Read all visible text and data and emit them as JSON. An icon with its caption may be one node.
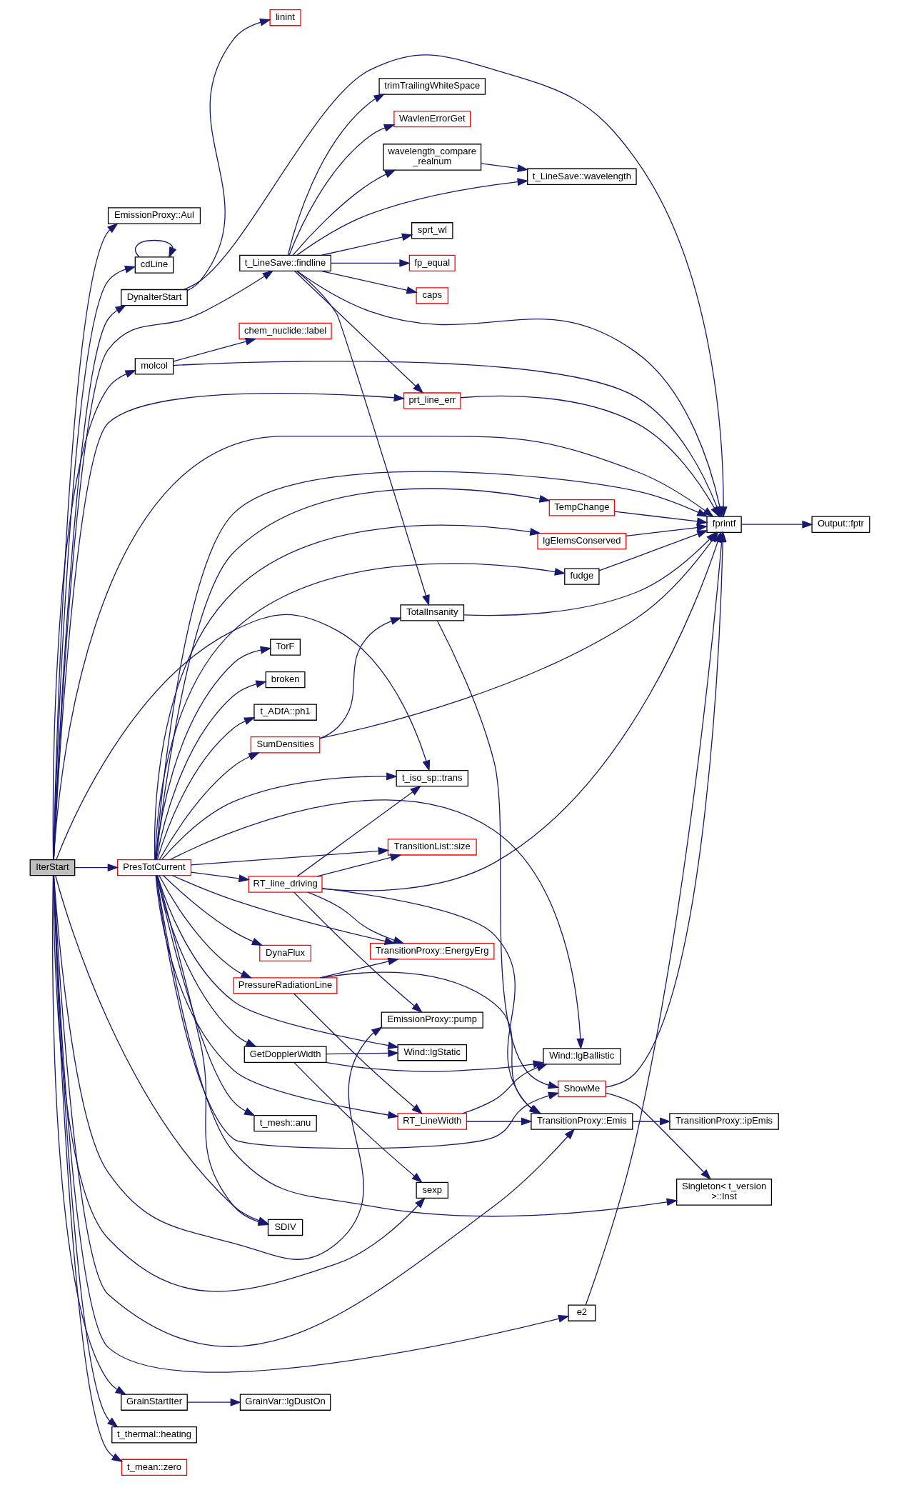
{
  "diagram": {
    "nodes": [
      {
        "text": [
          "IterStart"
        ]
      },
      {
        "text": [
          "EmissionProxy::Aul"
        ]
      },
      {
        "text": [
          "cdLine"
        ]
      },
      {
        "text": [
          "DynaIterStart"
        ]
      },
      {
        "text": [
          "GrainStartIter"
        ]
      },
      {
        "text": [
          "molcol"
        ]
      },
      {
        "text": [
          "t_thermal::heating"
        ]
      },
      {
        "text": [
          "PresTotCurrent"
        ]
      },
      {
        "text": [
          "t_mean::zero"
        ]
      },
      {
        "text": [
          "t_LineSave::findline"
        ]
      },
      {
        "text": [
          "linint"
        ]
      },
      {
        "text": [
          "GrainVar::lgDustOn"
        ]
      },
      {
        "text": [
          "chem_nuclide::label"
        ]
      },
      {
        "text": [
          "SumDensities"
        ]
      },
      {
        "text": [
          "TorF"
        ]
      },
      {
        "text": [
          "broken"
        ]
      },
      {
        "text": [
          "t_ADfA::ph1"
        ]
      },
      {
        "text": [
          "RT_line_driving"
        ]
      },
      {
        "text": [
          "DynaFlux"
        ]
      },
      {
        "text": [
          "t_mesh::anu"
        ]
      },
      {
        "text": [
          "PressureRadiationLine"
        ]
      },
      {
        "text": [
          "GetDopplerWidth"
        ]
      },
      {
        "text": [
          "SDIV"
        ]
      },
      {
        "text": [
          "wavelength_compare _realnum"
        ]
      },
      {
        "text": [
          "sprt_wl"
        ]
      },
      {
        "text": [
          "fp_equal"
        ]
      },
      {
        "text": [
          "caps"
        ]
      },
      {
        "text": [
          "trimTrailingWhiteSpace"
        ]
      },
      {
        "text": [
          "WavlenErrorGet"
        ]
      },
      {
        "text": [
          "prt_line_err"
        ]
      },
      {
        "text": [
          "TotalInsanity"
        ]
      },
      {
        "text": [
          "t_iso_sp::trans"
        ]
      },
      {
        "text": [
          "TransitionProxy::EnergyErg"
        ]
      },
      {
        "text": [
          "TransitionList::size"
        ]
      },
      {
        "text": [
          "EmissionProxy::pump"
        ]
      },
      {
        "text": [
          "Wind::lgStatic"
        ]
      },
      {
        "text": [
          "RT_LineWidth"
        ]
      },
      {
        "text": [
          "sexp"
        ]
      },
      {
        "text": [
          "t_LineSave::wavelength"
        ]
      },
      {
        "text": [
          "e2"
        ]
      },
      {
        "text": [
          "TempChange"
        ]
      },
      {
        "text": [
          "lgElemsConserved"
        ]
      },
      {
        "text": [
          "fudge"
        ]
      },
      {
        "text": [
          "ShowMe"
        ]
      },
      {
        "text": [
          "Wind::lgBallistic"
        ]
      },
      {
        "text": [
          "TransitionProxy::Emis"
        ]
      },
      {
        "text": [
          "fprintf"
        ]
      },
      {
        "text": [
          "TransitionProxy::ipEmis"
        ]
      },
      {
        "text": [
          "Singleton< t_version >::Inst"
        ]
      },
      {
        "text": [
          "Output::fptr"
        ]
      }
    ],
    "edges": [
      {
        "from": 0,
        "to": 1,
        "arrow": "to"
      },
      {
        "from": 0,
        "to": 2,
        "arrow": "to"
      },
      {
        "from": 0,
        "to": 9,
        "arrow": "to"
      },
      {
        "from": 0,
        "to": 3,
        "arrow": "to"
      },
      {
        "from": 0,
        "to": 4,
        "arrow": "to"
      },
      {
        "from": 0,
        "to": 29,
        "arrow": "to"
      },
      {
        "from": 0,
        "to": 5,
        "arrow": "to"
      },
      {
        "from": 0,
        "to": 39,
        "arrow": "to"
      },
      {
        "from": 0,
        "to": 6,
        "arrow": "to"
      },
      {
        "from": 0,
        "to": 46,
        "arrow": "to"
      },
      {
        "from": 0,
        "to": 31,
        "arrow": "to"
      },
      {
        "from": 0,
        "to": 7,
        "arrow": "to"
      },
      {
        "from": 0,
        "to": 34,
        "arrow": "to"
      },
      {
        "from": 0,
        "to": 22,
        "arrow": "to"
      },
      {
        "from": 0,
        "to": 37,
        "arrow": "to"
      },
      {
        "from": 0,
        "to": 45,
        "arrow": "to"
      },
      {
        "from": 0,
        "to": 8,
        "arrow": "to"
      },
      {
        "from": 2,
        "to": 2,
        "arrow": "to"
      },
      {
        "from": 3,
        "to": 10,
        "arrow": "to"
      },
      {
        "from": 3,
        "to": 46,
        "arrow": "to"
      },
      {
        "from": 4,
        "to": 11,
        "arrow": "to"
      },
      {
        "from": 5,
        "to": 12,
        "arrow": "to"
      },
      {
        "from": 5,
        "to": 46,
        "arrow": "to"
      },
      {
        "from": 7,
        "to": 46,
        "arrow": "to"
      },
      {
        "from": 7,
        "to": 40,
        "arrow": "to"
      },
      {
        "from": 7,
        "to": 13,
        "arrow": "to"
      },
      {
        "from": 7,
        "to": 41,
        "arrow": "to"
      },
      {
        "from": 7,
        "to": 32,
        "arrow": "to"
      },
      {
        "from": 7,
        "to": 14,
        "arrow": "to"
      },
      {
        "from": 7,
        "to": 31,
        "arrow": "to"
      },
      {
        "from": 7,
        "to": 15,
        "arrow": "to"
      },
      {
        "from": 7,
        "to": 42,
        "arrow": "to"
      },
      {
        "from": 7,
        "to": 16,
        "arrow": "to"
      },
      {
        "from": 7,
        "to": 17,
        "arrow": "to"
      },
      {
        "from": 7,
        "to": 33,
        "arrow": "to"
      },
      {
        "from": 7,
        "to": 44,
        "arrow": "to"
      },
      {
        "from": 7,
        "to": 18,
        "arrow": "to"
      },
      {
        "from": 7,
        "to": 19,
        "arrow": "to"
      },
      {
        "from": 7,
        "to": 35,
        "arrow": "to"
      },
      {
        "from": 7,
        "to": 43,
        "arrow": "to"
      },
      {
        "from": 7,
        "to": 20,
        "arrow": "to"
      },
      {
        "from": 7,
        "to": 21,
        "arrow": "to"
      },
      {
        "from": 7,
        "to": 36,
        "arrow": "to"
      },
      {
        "from": 7,
        "to": 48,
        "arrow": "to"
      },
      {
        "from": 7,
        "to": 22,
        "arrow": "to"
      },
      {
        "from": 9,
        "to": 23,
        "arrow": "to"
      },
      {
        "from": 9,
        "to": 24,
        "arrow": "to"
      },
      {
        "from": 9,
        "to": 25,
        "arrow": "to"
      },
      {
        "from": 9,
        "to": 26,
        "arrow": "to"
      },
      {
        "from": 9,
        "to": 27,
        "arrow": "to"
      },
      {
        "from": 9,
        "to": 28,
        "arrow": "to"
      },
      {
        "from": 9,
        "to": 38,
        "arrow": "to"
      },
      {
        "from": 9,
        "to": 46,
        "arrow": "to"
      },
      {
        "from": 9,
        "to": 29,
        "arrow": "to"
      },
      {
        "from": 9,
        "to": 30,
        "arrow": "to"
      },
      {
        "from": 13,
        "to": 30,
        "arrow": "to"
      },
      {
        "from": 13,
        "to": 46,
        "arrow": "to"
      },
      {
        "from": 17,
        "to": 31,
        "arrow": "to"
      },
      {
        "from": 17,
        "to": 32,
        "arrow": "to"
      },
      {
        "from": 17,
        "to": 46,
        "arrow": "to"
      },
      {
        "from": 17,
        "to": 33,
        "arrow": "to"
      },
      {
        "from": 17,
        "to": 34,
        "arrow": "to"
      },
      {
        "from": 17,
        "to": 45,
        "arrow": "to"
      },
      {
        "from": 20,
        "to": 32,
        "arrow": "to"
      },
      {
        "from": 20,
        "to": 45,
        "arrow": "to"
      },
      {
        "from": 20,
        "to": 36,
        "arrow": "to"
      },
      {
        "from": 21,
        "to": 35,
        "arrow": "to"
      },
      {
        "from": 21,
        "to": 44,
        "arrow": "to"
      },
      {
        "from": 21,
        "to": 37,
        "arrow": "to"
      },
      {
        "from": 23,
        "to": 38,
        "arrow": "to"
      },
      {
        "from": 29,
        "to": 46,
        "arrow": "to"
      },
      {
        "from": 30,
        "to": 46,
        "arrow": "to"
      },
      {
        "from": 30,
        "to": 43,
        "arrow": "to"
      },
      {
        "from": 36,
        "to": 44,
        "arrow": "to"
      },
      {
        "from": 36,
        "to": 45,
        "arrow": "to"
      },
      {
        "from": 39,
        "to": 46,
        "arrow": "to"
      },
      {
        "from": 40,
        "to": 46,
        "arrow": "to"
      },
      {
        "from": 41,
        "to": 46,
        "arrow": "to"
      },
      {
        "from": 42,
        "to": 46,
        "arrow": "to"
      },
      {
        "from": 43,
        "to": 46,
        "arrow": "to"
      },
      {
        "from": 43,
        "to": 48,
        "arrow": "to"
      },
      {
        "from": 45,
        "to": 47,
        "arrow": "to"
      },
      {
        "from": 46,
        "to": 49,
        "arrow": "to"
      }
    ]
  }
}
